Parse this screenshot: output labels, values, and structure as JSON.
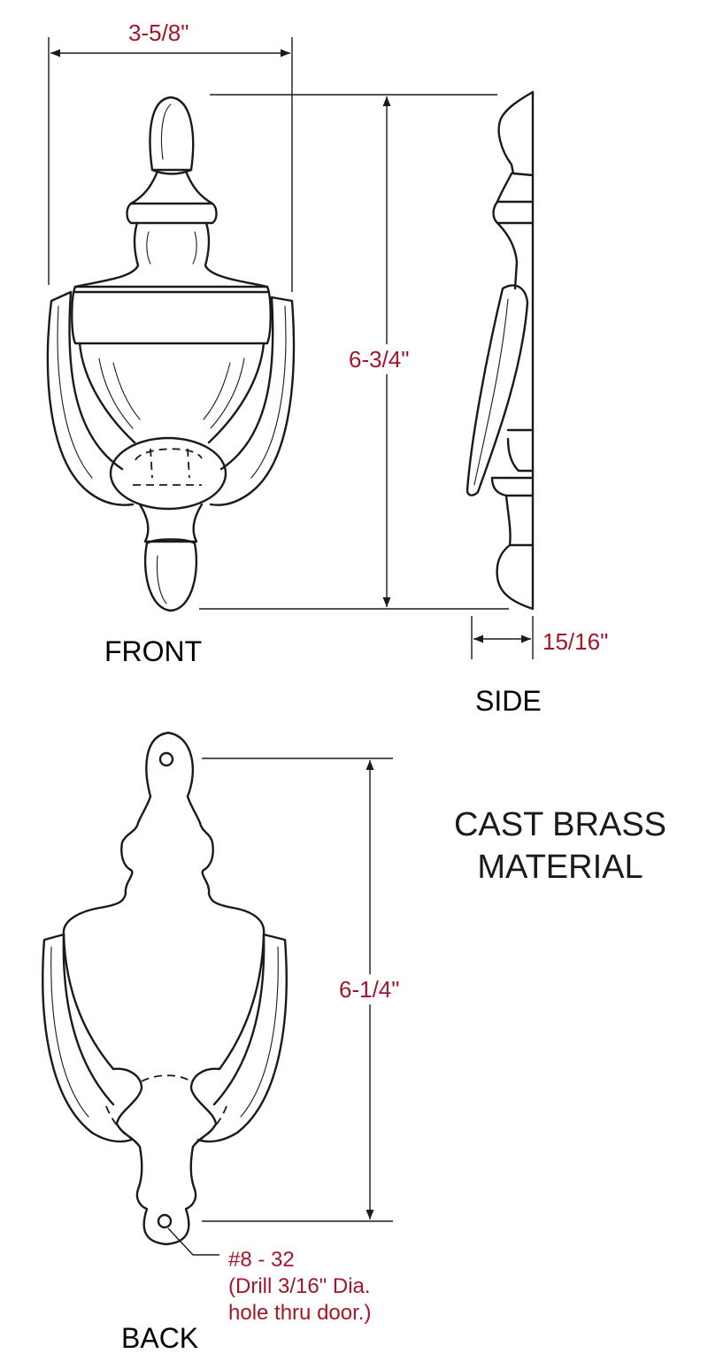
{
  "views": {
    "front": "FRONT",
    "side": "SIDE",
    "back": "BACK"
  },
  "dimensions": {
    "width": "3-5/8\"",
    "front_height": "6-3/4\"",
    "depth": "15/16\"",
    "back_height": "6-1/4\""
  },
  "material": {
    "line1": "CAST BRASS",
    "line2": "MATERIAL"
  },
  "screw_note": {
    "line1": "#8 - 32",
    "line2": "(Drill 3/16\" Dia.",
    "line3": "hole thru door.)"
  },
  "colors": {
    "dimension_text": "#a3162a",
    "line": "#1a1a1a"
  }
}
